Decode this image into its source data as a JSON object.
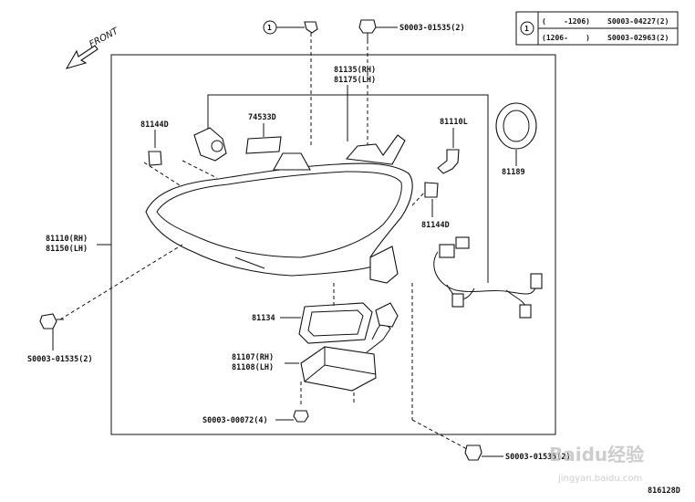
{
  "front_label": "FRONT",
  "parts": {
    "p81144d_a": "81144D",
    "p74533d": "74533D",
    "p81135_rh": "81135(RH)",
    "p81175_lh": "81175(LH)",
    "p81110l": "81110L",
    "p81189": "81189",
    "p81144d_b": "81144D",
    "p81110_rh": "81110(RH)",
    "p81150_lh": "81150(LH)",
    "p81134": "81134",
    "p81107_rh": "81107(RH)",
    "p81108_lh": "81108(LH)",
    "screw_left": "S0003-01535(2)",
    "screw_top": "S0003-01535(2)",
    "screw_bottom": "S0003-00072(4)",
    "screw_right": "S0003-01535(2)"
  },
  "callout_marker": "1",
  "legend": {
    "marker": "1",
    "rows": [
      {
        "range": "(    -1206)",
        "part": "S0003-04227(2)"
      },
      {
        "range": "(1206-    )",
        "part": "S0003-02963(2)"
      }
    ]
  },
  "diagram_code": "816128D",
  "watermark": {
    "brand": "Baidu经验",
    "url": "jingyan.baidu.com"
  }
}
